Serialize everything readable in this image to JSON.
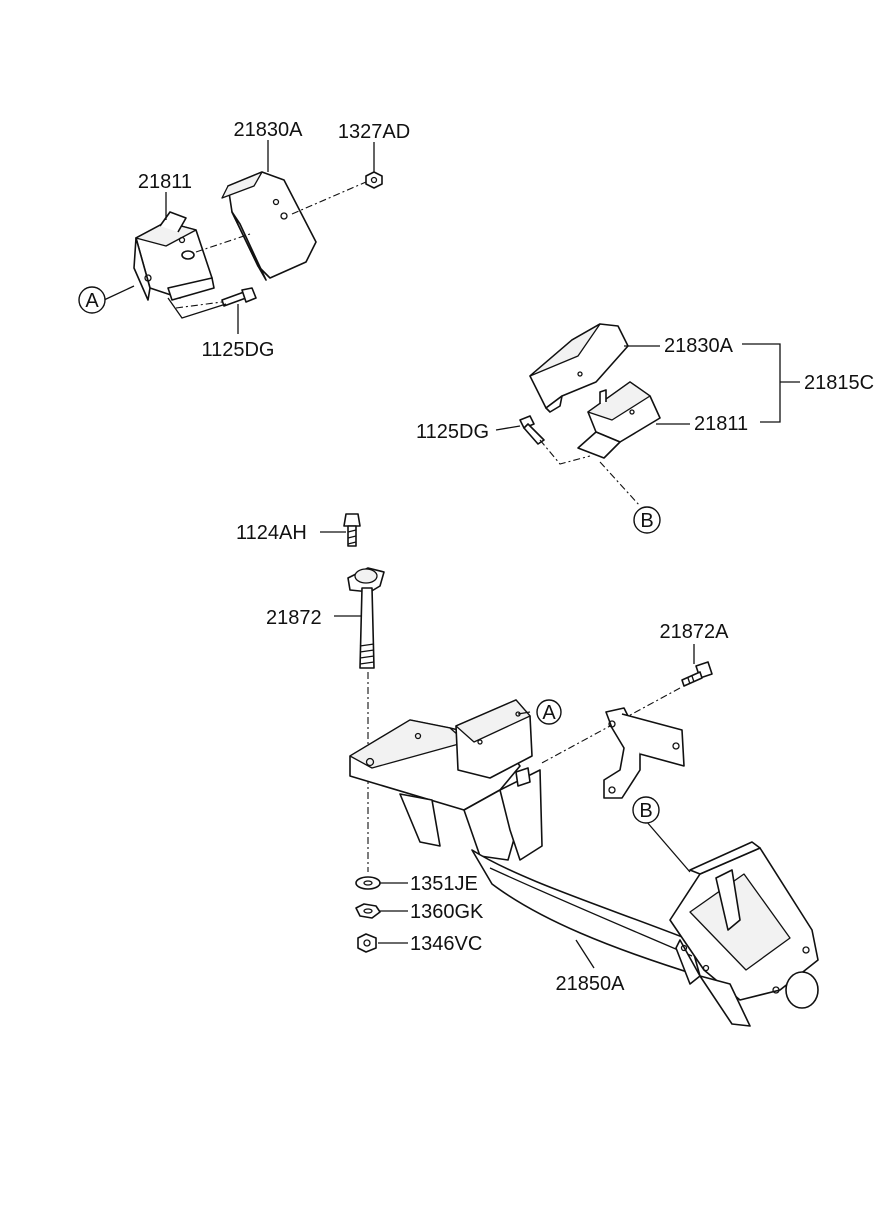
{
  "callouts": {
    "a_top": "A",
    "a_frame": "A",
    "b_mount": "B",
    "b_frame": "B"
  },
  "labels": {
    "p21830A_top": "21830A",
    "p1327AD": "1327AD",
    "p21811_top": "21811",
    "p1125DG_top": "1125DG",
    "p21830A_right": "21830A",
    "p21815C": "21815C",
    "p21811_right": "21811",
    "p1125DG_right": "1125DG",
    "p1124AH": "1124AH",
    "p21872": "21872",
    "p21872A": "21872A",
    "p1351JE": "1351JE",
    "p1360GK": "1360GK",
    "p1346VC": "1346VC",
    "p21850A": "21850A"
  }
}
